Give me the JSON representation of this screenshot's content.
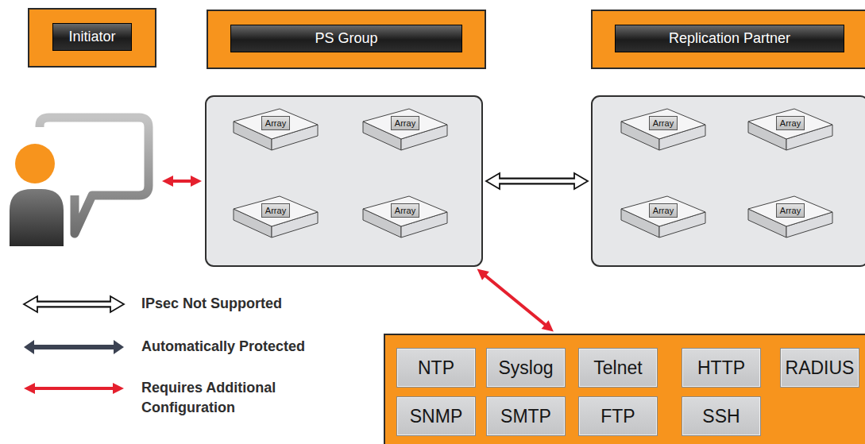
{
  "diagram": {
    "nodes": [
      {
        "text": [
          "Initiator"
        ]
      },
      {
        "text": [
          "PS Group"
        ]
      },
      {
        "text": [
          "Array"
        ],
        "in": 1
      },
      {
        "text": [
          "Array"
        ],
        "in": 1
      },
      {
        "text": [
          "Array"
        ],
        "in": 1
      },
      {
        "text": [
          "Array"
        ],
        "in": 1
      },
      {
        "text": [
          "Replication Partner"
        ]
      },
      {
        "text": [
          "Array"
        ],
        "in": 6
      },
      {
        "text": [
          "Array"
        ],
        "in": 6
      },
      {
        "text": [
          "Array"
        ],
        "in": 6
      },
      {
        "text": [
          "Array"
        ],
        "in": 6
      },
      {
        "text": []
      },
      {
        "text": [
          "NTP"
        ],
        "in": 11
      },
      {
        "text": [
          "Syslog"
        ],
        "in": 11
      },
      {
        "text": [
          "Telnet"
        ],
        "in": 11
      },
      {
        "text": [
          "HTTP"
        ],
        "in": 11
      },
      {
        "text": [
          "RADIUS"
        ],
        "in": 11
      },
      {
        "text": [
          "SNMP"
        ],
        "in": 11
      },
      {
        "text": [
          "SMTP"
        ],
        "in": 11
      },
      {
        "text": [
          "FTP"
        ],
        "in": 11
      },
      {
        "text": [
          "SSH"
        ],
        "in": 11
      }
    ],
    "edges": [
      {
        "from": 0,
        "to": 1,
        "arrow": "both"
      },
      {
        "from": 1,
        "to": 6,
        "arrow": "both"
      },
      {
        "from": 1,
        "to": 11,
        "arrow": "both"
      },
      {
        "from": 2,
        "to": 3,
        "arrow": "both"
      },
      {
        "from": 4,
        "to": 5,
        "arrow": "both"
      },
      {
        "from": 2,
        "to": 4,
        "arrow": "both"
      },
      {
        "from": 3,
        "to": 5,
        "arrow": "both"
      },
      {
        "from": 2,
        "to": 5,
        "arrow": "both"
      },
      {
        "from": 3,
        "to": 4,
        "arrow": "both"
      },
      {
        "from": 7,
        "to": 8,
        "arrow": "both"
      },
      {
        "from": 9,
        "to": 10,
        "arrow": "both"
      },
      {
        "from": 7,
        "to": 9,
        "arrow": "both"
      },
      {
        "from": 8,
        "to": 10,
        "arrow": "both"
      },
      {
        "from": 7,
        "to": 10,
        "arrow": "both"
      },
      {
        "from": 8,
        "to": 9,
        "arrow": "both"
      }
    ],
    "legend": [
      {
        "text": "IPsec Not Supported"
      },
      {
        "text": "Automatically Protected"
      },
      {
        "text": "Requires Additional Configuration"
      }
    ]
  }
}
